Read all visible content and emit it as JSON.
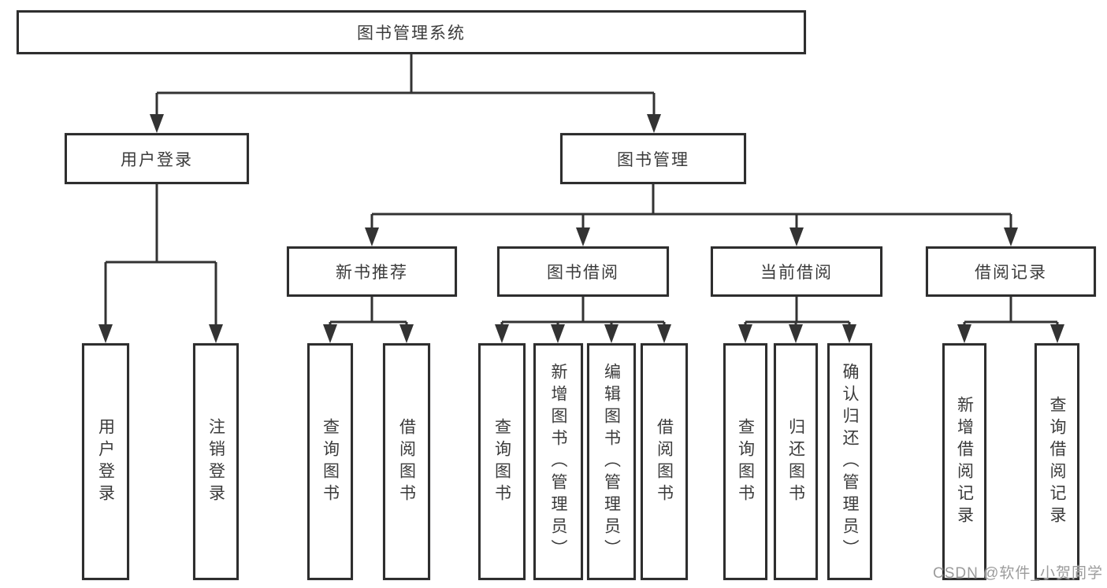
{
  "diagram_type": "hierarchy-tree",
  "tree": {
    "label": "图书管理系统",
    "children": [
      {
        "label": "用户登录",
        "children": [
          {
            "label": "用户登录"
          },
          {
            "label": "注销登录"
          }
        ]
      },
      {
        "label": "图书管理",
        "children": [
          {
            "label": "新书推荐",
            "children": [
              {
                "label": "查询图书"
              },
              {
                "label": "借阅图书"
              }
            ]
          },
          {
            "label": "图书借阅",
            "children": [
              {
                "label": "查询图书"
              },
              {
                "label": "新增图书（管理员）"
              },
              {
                "label": "编辑图书（管理员）"
              },
              {
                "label": "借阅图书"
              }
            ]
          },
          {
            "label": "当前借阅",
            "children": [
              {
                "label": "查询图书"
              },
              {
                "label": "归还图书"
              },
              {
                "label": "确认归还（管理员）"
              }
            ]
          },
          {
            "label": "借阅记录",
            "children": [
              {
                "label": "新增借阅记录"
              },
              {
                "label": "查询借阅记录"
              }
            ]
          }
        ]
      }
    ]
  },
  "watermark": {
    "text": "CSDN @软件_小贺同学"
  },
  "colors": {
    "line": "#333333",
    "box_border": "#2e2e2e",
    "text": "#3b3b3b",
    "background": "#ffffff",
    "watermark": "#9c9c9c"
  }
}
